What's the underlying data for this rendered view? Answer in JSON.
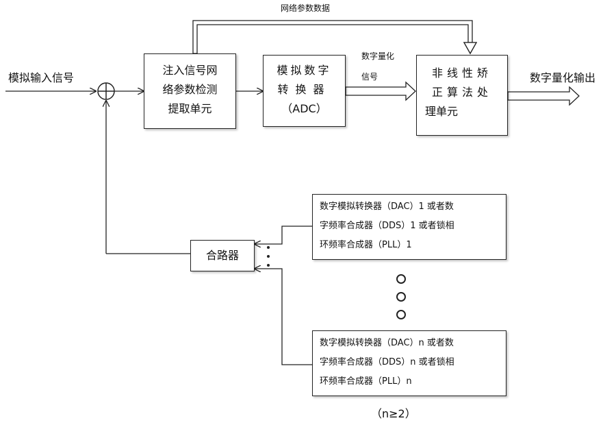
{
  "labels": {
    "input_signal": "模拟输入信号",
    "network_param_data": "网络参数数据",
    "digital_quantized_signal_line1": "数字量化",
    "digital_quantized_signal_line2": "信号",
    "digital_quantized_output": "数字量化输出",
    "n_condition": "（n≥2）"
  },
  "blocks": {
    "detector": [
      "注入信号网",
      "络参数检测",
      "提取单元"
    ],
    "adc": [
      "模拟数字",
      "转换器",
      "（ADC）"
    ],
    "corrector": [
      "非线性矫",
      "正算法处",
      "理单元"
    ],
    "combiner": "合路器",
    "generator_1": [
      "数字模拟转换器（DAC）1 或者数",
      "字频率合成器（DDS）1 或者锁相",
      "环频率合成器（PLL）1"
    ],
    "generator_n": [
      "数字模拟转换器（DAC）n 或者数",
      "字频率合成器（DDS）n 或者锁相",
      "环频率合成器（PLL）n"
    ]
  },
  "icons": {
    "summer": "circle-plus-icon",
    "ellipsis_vertical": "vertical-dots-icon",
    "ellipsis_circles": "vertical-circles-icon"
  }
}
